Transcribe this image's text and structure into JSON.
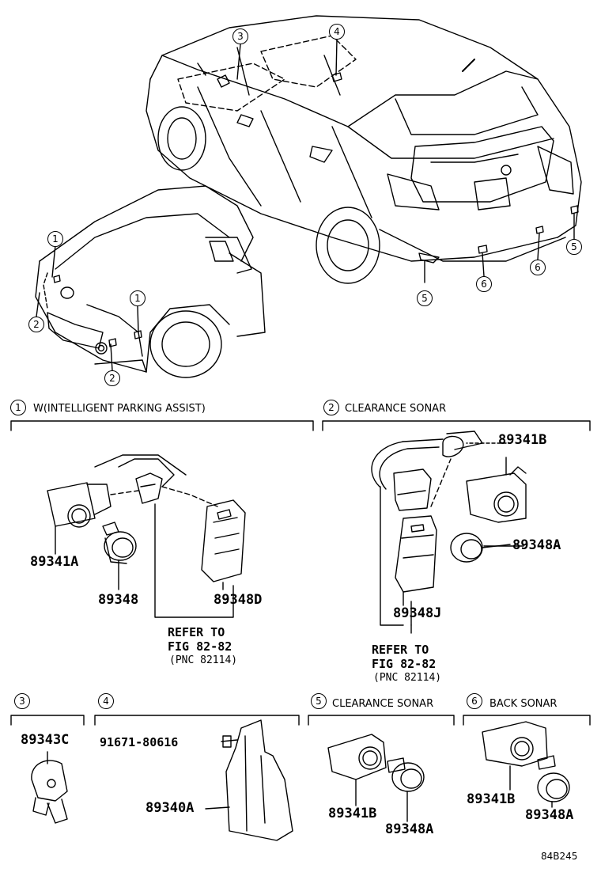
{
  "callouts": [
    "1",
    "2",
    "3",
    "4",
    "5",
    "6"
  ],
  "sections": {
    "s1": {
      "num": "1",
      "title": "W(INTELLIGENT PARKING ASSIST)"
    },
    "s2": {
      "num": "2",
      "title": "CLEARANCE SONAR"
    },
    "s3": {
      "num": "3",
      "title": ""
    },
    "s4": {
      "num": "4",
      "title": ""
    },
    "s5": {
      "num": "5",
      "title": "CLEARANCE SONAR"
    },
    "s6": {
      "num": "6",
      "title": "BACK SONAR"
    }
  },
  "parts": {
    "p89341B_a": "89341B",
    "p89348A_a": "89348A",
    "p89341A": "89341A",
    "p89348": "89348",
    "p89348D": "89348D",
    "p89348J": "89348J",
    "p89343C": "89343C",
    "p91671": "91671-80616",
    "p89340A": "89340A",
    "p89341B_b": "89341B",
    "p89348A_b": "89348A",
    "p89341B_c": "89341B",
    "p89348A_c": "89348A"
  },
  "refs": {
    "left": {
      "line1": "REFER TO",
      "line2": "FIG 82-82",
      "line3": "(PNC 82114)"
    },
    "right": {
      "line1": "REFER TO",
      "line2": "FIG 82-82",
      "line3": "(PNC 82114)"
    }
  },
  "figure_code": "84B245"
}
